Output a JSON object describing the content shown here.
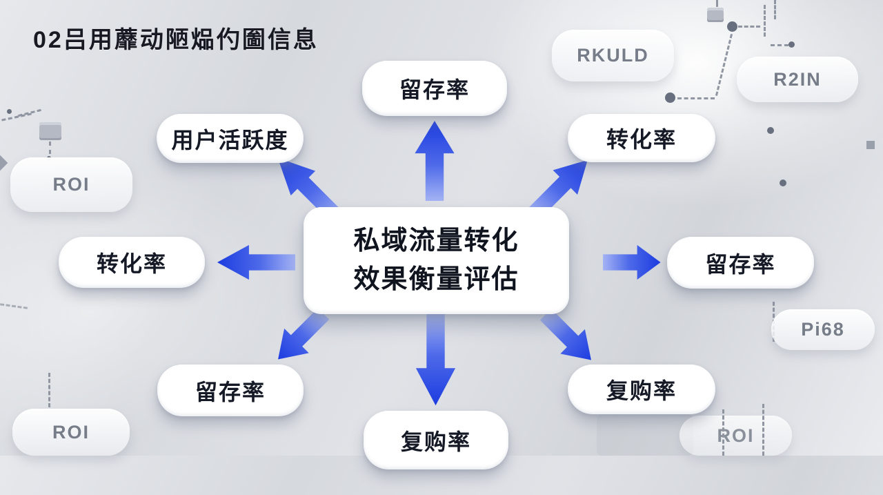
{
  "title": "02吕用蘼动陋煰仢圗信息",
  "center": {
    "line1": "私域流量转化",
    "line2": "效果衡量评估"
  },
  "nodes": [
    {
      "id": "top",
      "label": "留存率"
    },
    {
      "id": "top-left",
      "label": "用户活跃度"
    },
    {
      "id": "top-right",
      "label": "转化率"
    },
    {
      "id": "left",
      "label": "转化率"
    },
    {
      "id": "right",
      "label": "留存率"
    },
    {
      "id": "bottom-left",
      "label": "留存率"
    },
    {
      "id": "bottom",
      "label": "复购率"
    },
    {
      "id": "bottom-right",
      "label": "复购率"
    }
  ],
  "badges": [
    {
      "id": "roi-left",
      "label": "ROI"
    },
    {
      "id": "rkuld-top",
      "label": "RKULD"
    },
    {
      "id": "r2in-top-right",
      "label": "R2IN"
    },
    {
      "id": "pi68-right",
      "label": "Pi68"
    },
    {
      "id": "roi-bottom-left",
      "label": "ROI"
    },
    {
      "id": "roi-bottom-right",
      "label": "ROI"
    }
  ],
  "colors": {
    "arrow_tip": "#1c3ce0",
    "arrow_mid": "#4e6ae9",
    "arrow_tail": "#9fb0f3",
    "background": "#dcdee3",
    "title_text": "#171a22",
    "node_text": "#141925",
    "badge_text": "#767d89"
  }
}
